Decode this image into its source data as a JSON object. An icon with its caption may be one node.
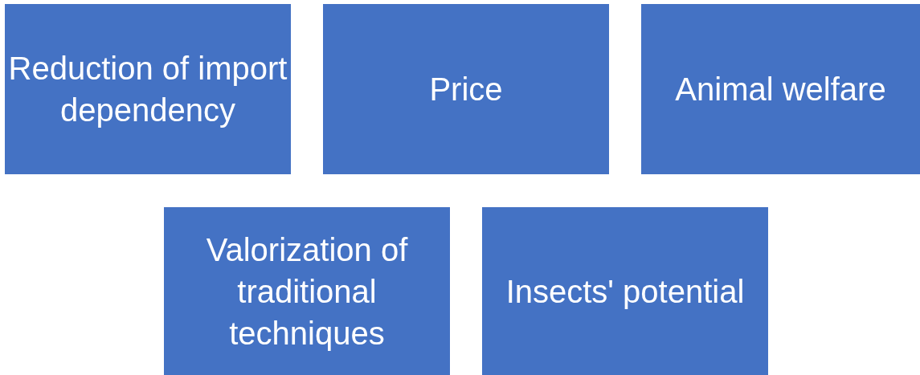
{
  "diagram": {
    "nodes": [
      {
        "text": [
          "Reduction of import dependency"
        ]
      },
      {
        "text": [
          "Price"
        ]
      },
      {
        "text": [
          "Animal welfare"
        ]
      },
      {
        "text": [
          "Valorization of traditional techniques"
        ]
      },
      {
        "text": [
          "Insects' potential"
        ]
      }
    ]
  }
}
